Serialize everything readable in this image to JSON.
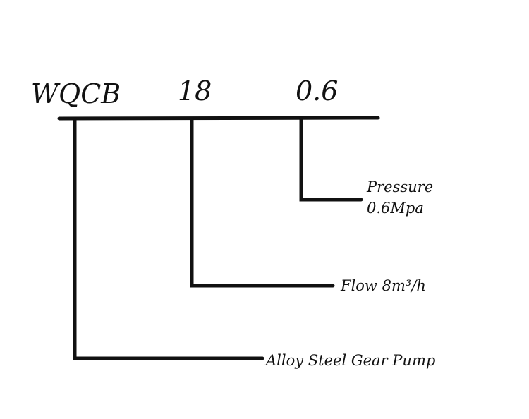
{
  "model_code": {
    "series": "WQCB",
    "flow_code": "18",
    "pressure_code": "0.6"
  },
  "descriptions": {
    "pressure_line1": "Pressure",
    "pressure_line2": "0.6Mpa",
    "flow": "Flow 8m³/h",
    "series": "Alloy Steel Gear Pump"
  },
  "colors": {
    "ink": "#111111",
    "background": "#ffffff"
  }
}
